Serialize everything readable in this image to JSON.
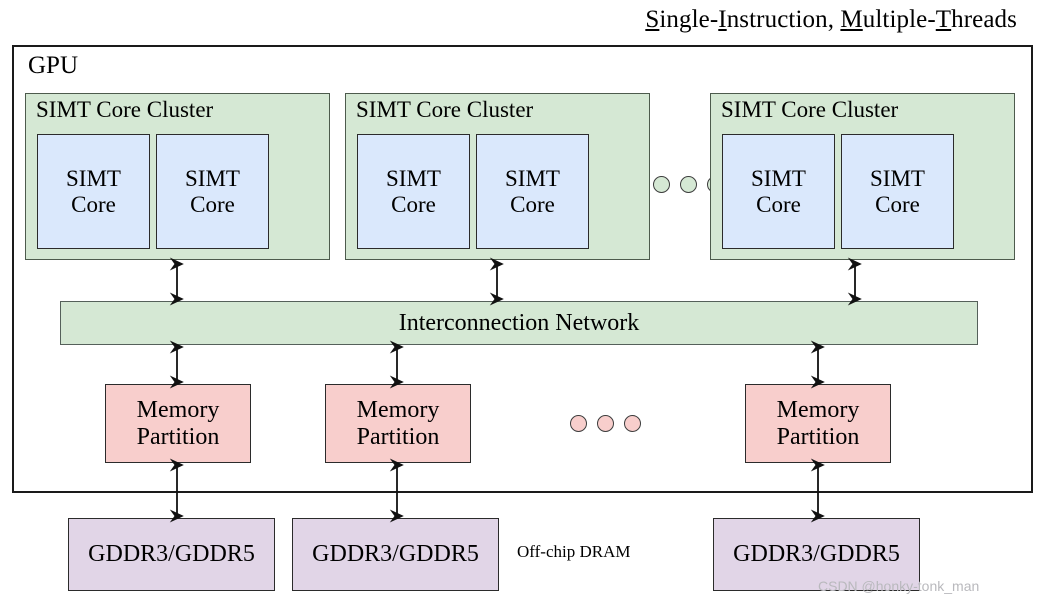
{
  "title": {
    "full": "Single-Instruction, Multiple-Threads",
    "segments": [
      {
        "text": "S",
        "underlined": true
      },
      {
        "text": "ingle-",
        "underlined": false
      },
      {
        "text": "I",
        "underlined": true
      },
      {
        "text": "nstruction, ",
        "underlined": false
      },
      {
        "text": "M",
        "underlined": true
      },
      {
        "text": "ultiple-",
        "underlined": false
      },
      {
        "text": "T",
        "underlined": true
      },
      {
        "text": "hreads",
        "underlined": false
      }
    ]
  },
  "gpu": {
    "label": "GPU",
    "clusters": [
      {
        "title": "SIMT Core Cluster",
        "cores": [
          {
            "line1": "SIMT",
            "line2": "Core"
          },
          {
            "line1": "SIMT",
            "line2": "Core"
          }
        ]
      },
      {
        "title": "SIMT Core Cluster",
        "cores": [
          {
            "line1": "SIMT",
            "line2": "Core"
          },
          {
            "line1": "SIMT",
            "line2": "Core"
          }
        ]
      },
      {
        "title": "SIMT Core Cluster",
        "cores": [
          {
            "line1": "SIMT",
            "line2": "Core"
          },
          {
            "line1": "SIMT",
            "line2": "Core"
          }
        ]
      }
    ],
    "cluster_ellipsis": {
      "count": 3,
      "color": "#d5e8d4"
    },
    "interconnect": {
      "label": "Interconnection Network"
    },
    "memory_partitions": [
      {
        "line1": "Memory",
        "line2": "Partition"
      },
      {
        "line1": "Memory",
        "line2": "Partition"
      },
      {
        "line1": "Memory",
        "line2": "Partition"
      }
    ],
    "memory_ellipsis": {
      "count": 3,
      "color": "#f8cecc"
    }
  },
  "dram": {
    "modules": [
      {
        "label": "GDDR3/GDDR5"
      },
      {
        "label": "GDDR3/GDDR5"
      },
      {
        "label": "GDDR3/GDDR5"
      }
    ],
    "caption": "Off-chip DRAM"
  },
  "watermark": {
    "text": "CSDN @honky-tonk_man"
  },
  "colors": {
    "cluster_fill": "#d5e8d4",
    "core_fill": "#dae8fc",
    "memory_fill": "#f8cecc",
    "dram_fill": "#e1d5e7",
    "outline": "#2b2b2b",
    "background": "#ffffff",
    "watermark": "#b9b9bd"
  }
}
